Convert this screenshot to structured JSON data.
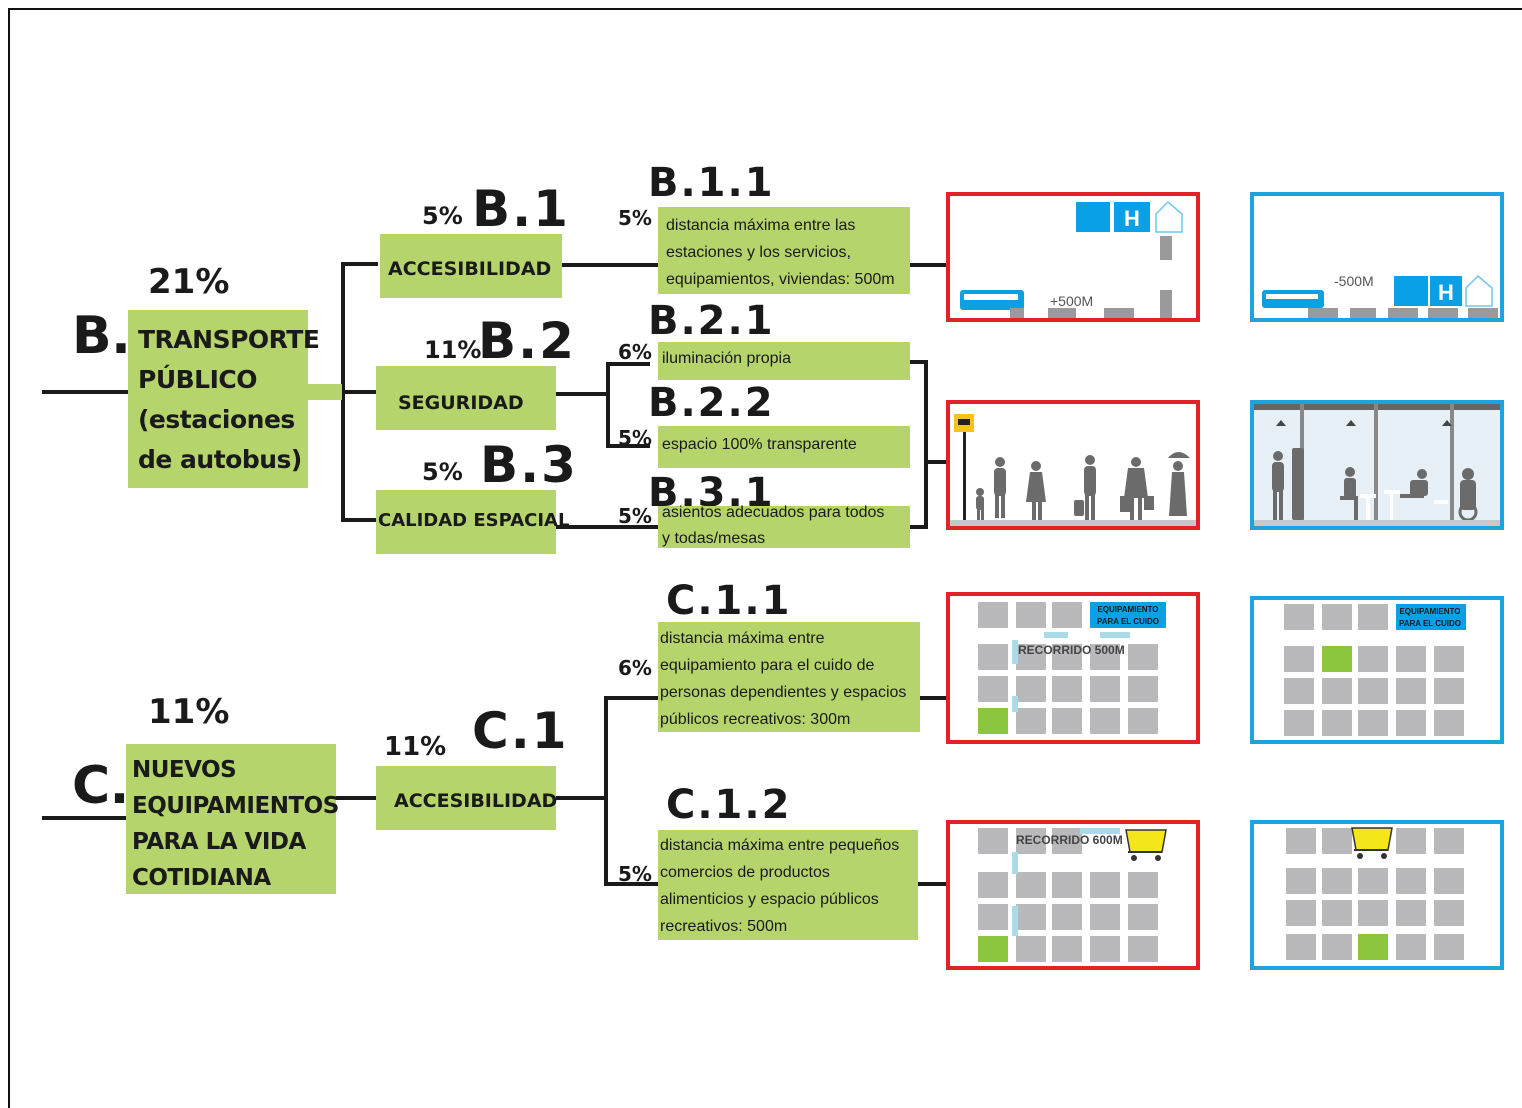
{
  "colors": {
    "green_box": "#b5d46c",
    "red_frame": "#e32228",
    "blue_frame": "#1ba4e0",
    "cyan": "#0aa0e6",
    "gray_block": "#b9b9bb",
    "line": "#1a1a1a"
  },
  "B": {
    "letter": "B.",
    "pct": "21%",
    "title": [
      "TRANSPORTE",
      "PÚBLICO",
      "(estaciones",
      "de autobus)"
    ],
    "b1": {
      "pct": "5%",
      "code": "B.1",
      "label": "ACCESIBILIDAD"
    },
    "b2": {
      "pct": "11%",
      "code": "B.2",
      "label": "SEGURIDAD"
    },
    "b3": {
      "pct": "5%",
      "code": "B.3",
      "label": "CALIDAD ESPACIAL"
    },
    "b11": {
      "pct": "5%",
      "code": "B.1.1",
      "lines": [
        "distancia máxima entre las",
        "estaciones y los servicios,",
        "equipamientos, viviendas: 500m"
      ]
    },
    "b21": {
      "pct": "6%",
      "code": "B.2.1",
      "lines": [
        "iluminación propia"
      ]
    },
    "b22": {
      "pct": "5%",
      "code": "B.2.2",
      "lines": [
        "espacio 100% transparente"
      ]
    },
    "b31": {
      "pct": "5%",
      "code": "B.3.1",
      "lines": [
        "asientos adecuados para todos",
        "y todas/mesas"
      ]
    }
  },
  "C": {
    "letter": "C.",
    "pct": "11%",
    "title": [
      "NUEVOS",
      "EQUIPAMIENTOS",
      "PARA LA VIDA",
      "COTIDIANA"
    ],
    "c1": {
      "pct": "11%",
      "code": "C.1",
      "label": "ACCESIBILIDAD"
    },
    "c11": {
      "pct": "6%",
      "code": "C.1.1",
      "lines": [
        "distancia máxima entre",
        "equipamiento para el cuido de",
        "personas dependientes y espacios",
        "públicos recreativos: 300m"
      ]
    },
    "c12": {
      "pct": "5%",
      "code": "C.1.2",
      "lines": [
        "distancia máxima entre  pequeños",
        "comercios de productos",
        "alimenticios y espacio públicos",
        " recreativos: 500m"
      ]
    }
  },
  "illustrations": {
    "dist_plus": "+500M",
    "dist_minus": "-500M",
    "hospital_letter": "H",
    "equip_label": [
      "EQUIPAMIENTO",
      "PARA EL CUIDO"
    ],
    "route_500": "RECORRIDO 500M",
    "route_600": "RECORRIDO 600M"
  }
}
